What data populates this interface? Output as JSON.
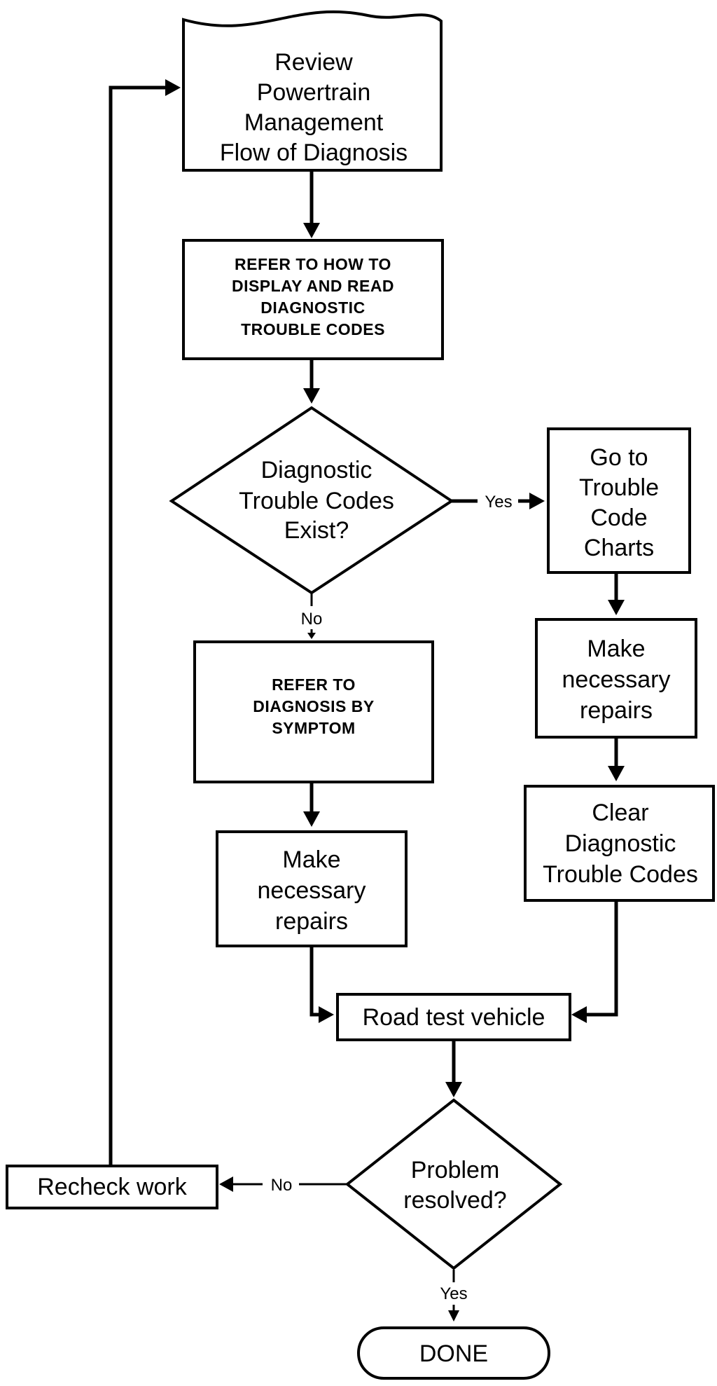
{
  "flowchart": {
    "review": [
      "Review",
      "Powertrain",
      "Management",
      "Flow of Diagnosis"
    ],
    "refer_codes": [
      "REFER TO HOW TO",
      "DISPLAY AND  READ",
      "DIAGNOSTIC",
      "TROUBLE CODES"
    ],
    "codes_exist": [
      "Diagnostic",
      "Trouble Codes",
      "Exist?"
    ],
    "yes_1": "Yes",
    "no_1": "No",
    "go_charts": [
      "Go to",
      "Trouble",
      "Code",
      "Charts"
    ],
    "refer_symptom": [
      "REFER TO",
      "DIAGNOSIS BY",
      "SYMPTOM"
    ],
    "repairs_right": [
      "Make",
      "necessary",
      "repairs"
    ],
    "repairs_left": [
      "Make",
      "necessary",
      "repairs"
    ],
    "clear_codes": [
      "Clear",
      "Diagnostic",
      "Trouble Codes"
    ],
    "road_test": "Road test vehicle",
    "resolved": [
      "Problem",
      "resolved?"
    ],
    "no_2": "No",
    "yes_2": "Yes",
    "recheck": "Recheck work",
    "done": "DONE"
  }
}
